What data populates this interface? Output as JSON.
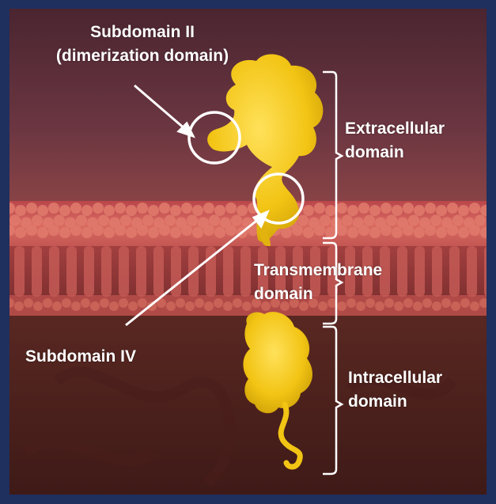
{
  "labels": {
    "subdomain_ii": {
      "line1": "Subdomain II",
      "line2": "(dimerization domain)"
    },
    "subdomain_iv": "Subdomain IV",
    "extracellular": {
      "line1": "Extracellular",
      "line2": "domain"
    },
    "transmembrane": {
      "line1": "Transmembrane",
      "line2": "domain"
    },
    "intracellular": {
      "line1": "Intracellular",
      "line2": "domain"
    }
  },
  "colors": {
    "frame": "#1f2f5e",
    "extracellular_bg": "#5a2e38",
    "membrane": "#c95656",
    "intracellular_bg": "#5e2822",
    "protein": "#f3c61a",
    "label_text": "#ffffff"
  }
}
